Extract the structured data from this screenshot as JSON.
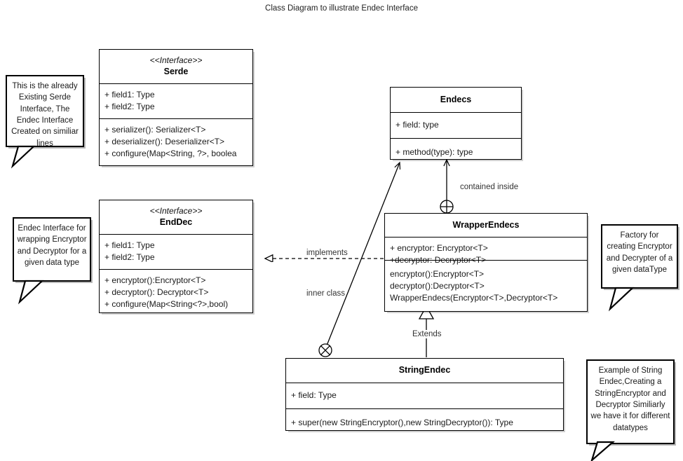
{
  "title": "Class Diagram to illustrate Endec Interface",
  "classes": {
    "serde": {
      "stereotype": "<<Interface>>",
      "name": "Serde",
      "attributes": [
        "+ field1: Type",
        "+ field2: Type"
      ],
      "methods": [
        "+ serializer(): Serializer<T>",
        "+ deserializer(): Deserializer<T>",
        "+ configure(Map<String, ?>, boolea"
      ]
    },
    "enddec": {
      "stereotype": "<<Interface>>",
      "name": "EndDec",
      "attributes": [
        "+ field1: Type",
        "+ field2: Type"
      ],
      "methods": [
        "+ encryptor():Encryptor<T>",
        "+ decryptor(): Decryptor<T>",
        "+ configure(Map<String<?>,bool)"
      ]
    },
    "endecs": {
      "stereotype": "",
      "name": "Endecs",
      "attributes": [
        "+ field: type"
      ],
      "methods": [
        "+ method(type): type"
      ]
    },
    "wrapperendecs": {
      "stereotype": "",
      "name": "WrapperEndecs",
      "attributes": [
        "+ encryptor: Encryptor<T>",
        "+decryptor: Decryptor<T>"
      ],
      "methods": [
        "encryptor():Encryptor<T>",
        "decryptor():Decryptor<T>",
        "WrapperEndecs(Encryptor<T>,Decryptor<T>"
      ]
    },
    "stringendec": {
      "stereotype": "",
      "name": "StringEndec",
      "attributes": [
        "+ field: Type"
      ],
      "methods": [
        "+ super(new StringEncryptor(),new StringDecryptor()): Type"
      ]
    }
  },
  "notes": {
    "serde_note": "This is the already Existing Serde Interface, The Endec Interface Created on similiar lines",
    "enddec_note": "Endec Interface for wrapping Encryptor and Decryptor for a given data type",
    "wrapper_note": "Factory for creating Encryptor and Decrypter of a given dataType",
    "stringendec_note": "Example of String Endec,Creating a StringEncryptor and Decryptor Similiarly we have it for different datatypes"
  },
  "edges": {
    "implements": "implements",
    "contained_inside": "contained inside",
    "inner_class": "inner class",
    "extends": "Extends"
  },
  "icons": {
    "aggregation": "circle-plus-icon",
    "inner_class_marker": "circle-x-icon",
    "generalization": "hollow-triangle-arrow-icon",
    "realization": "dashed-hollow-triangle-arrow-icon"
  },
  "colors": {
    "stroke": "#000000",
    "background": "#ffffff",
    "text": "#1a1a1a",
    "label_text": "#333333"
  }
}
